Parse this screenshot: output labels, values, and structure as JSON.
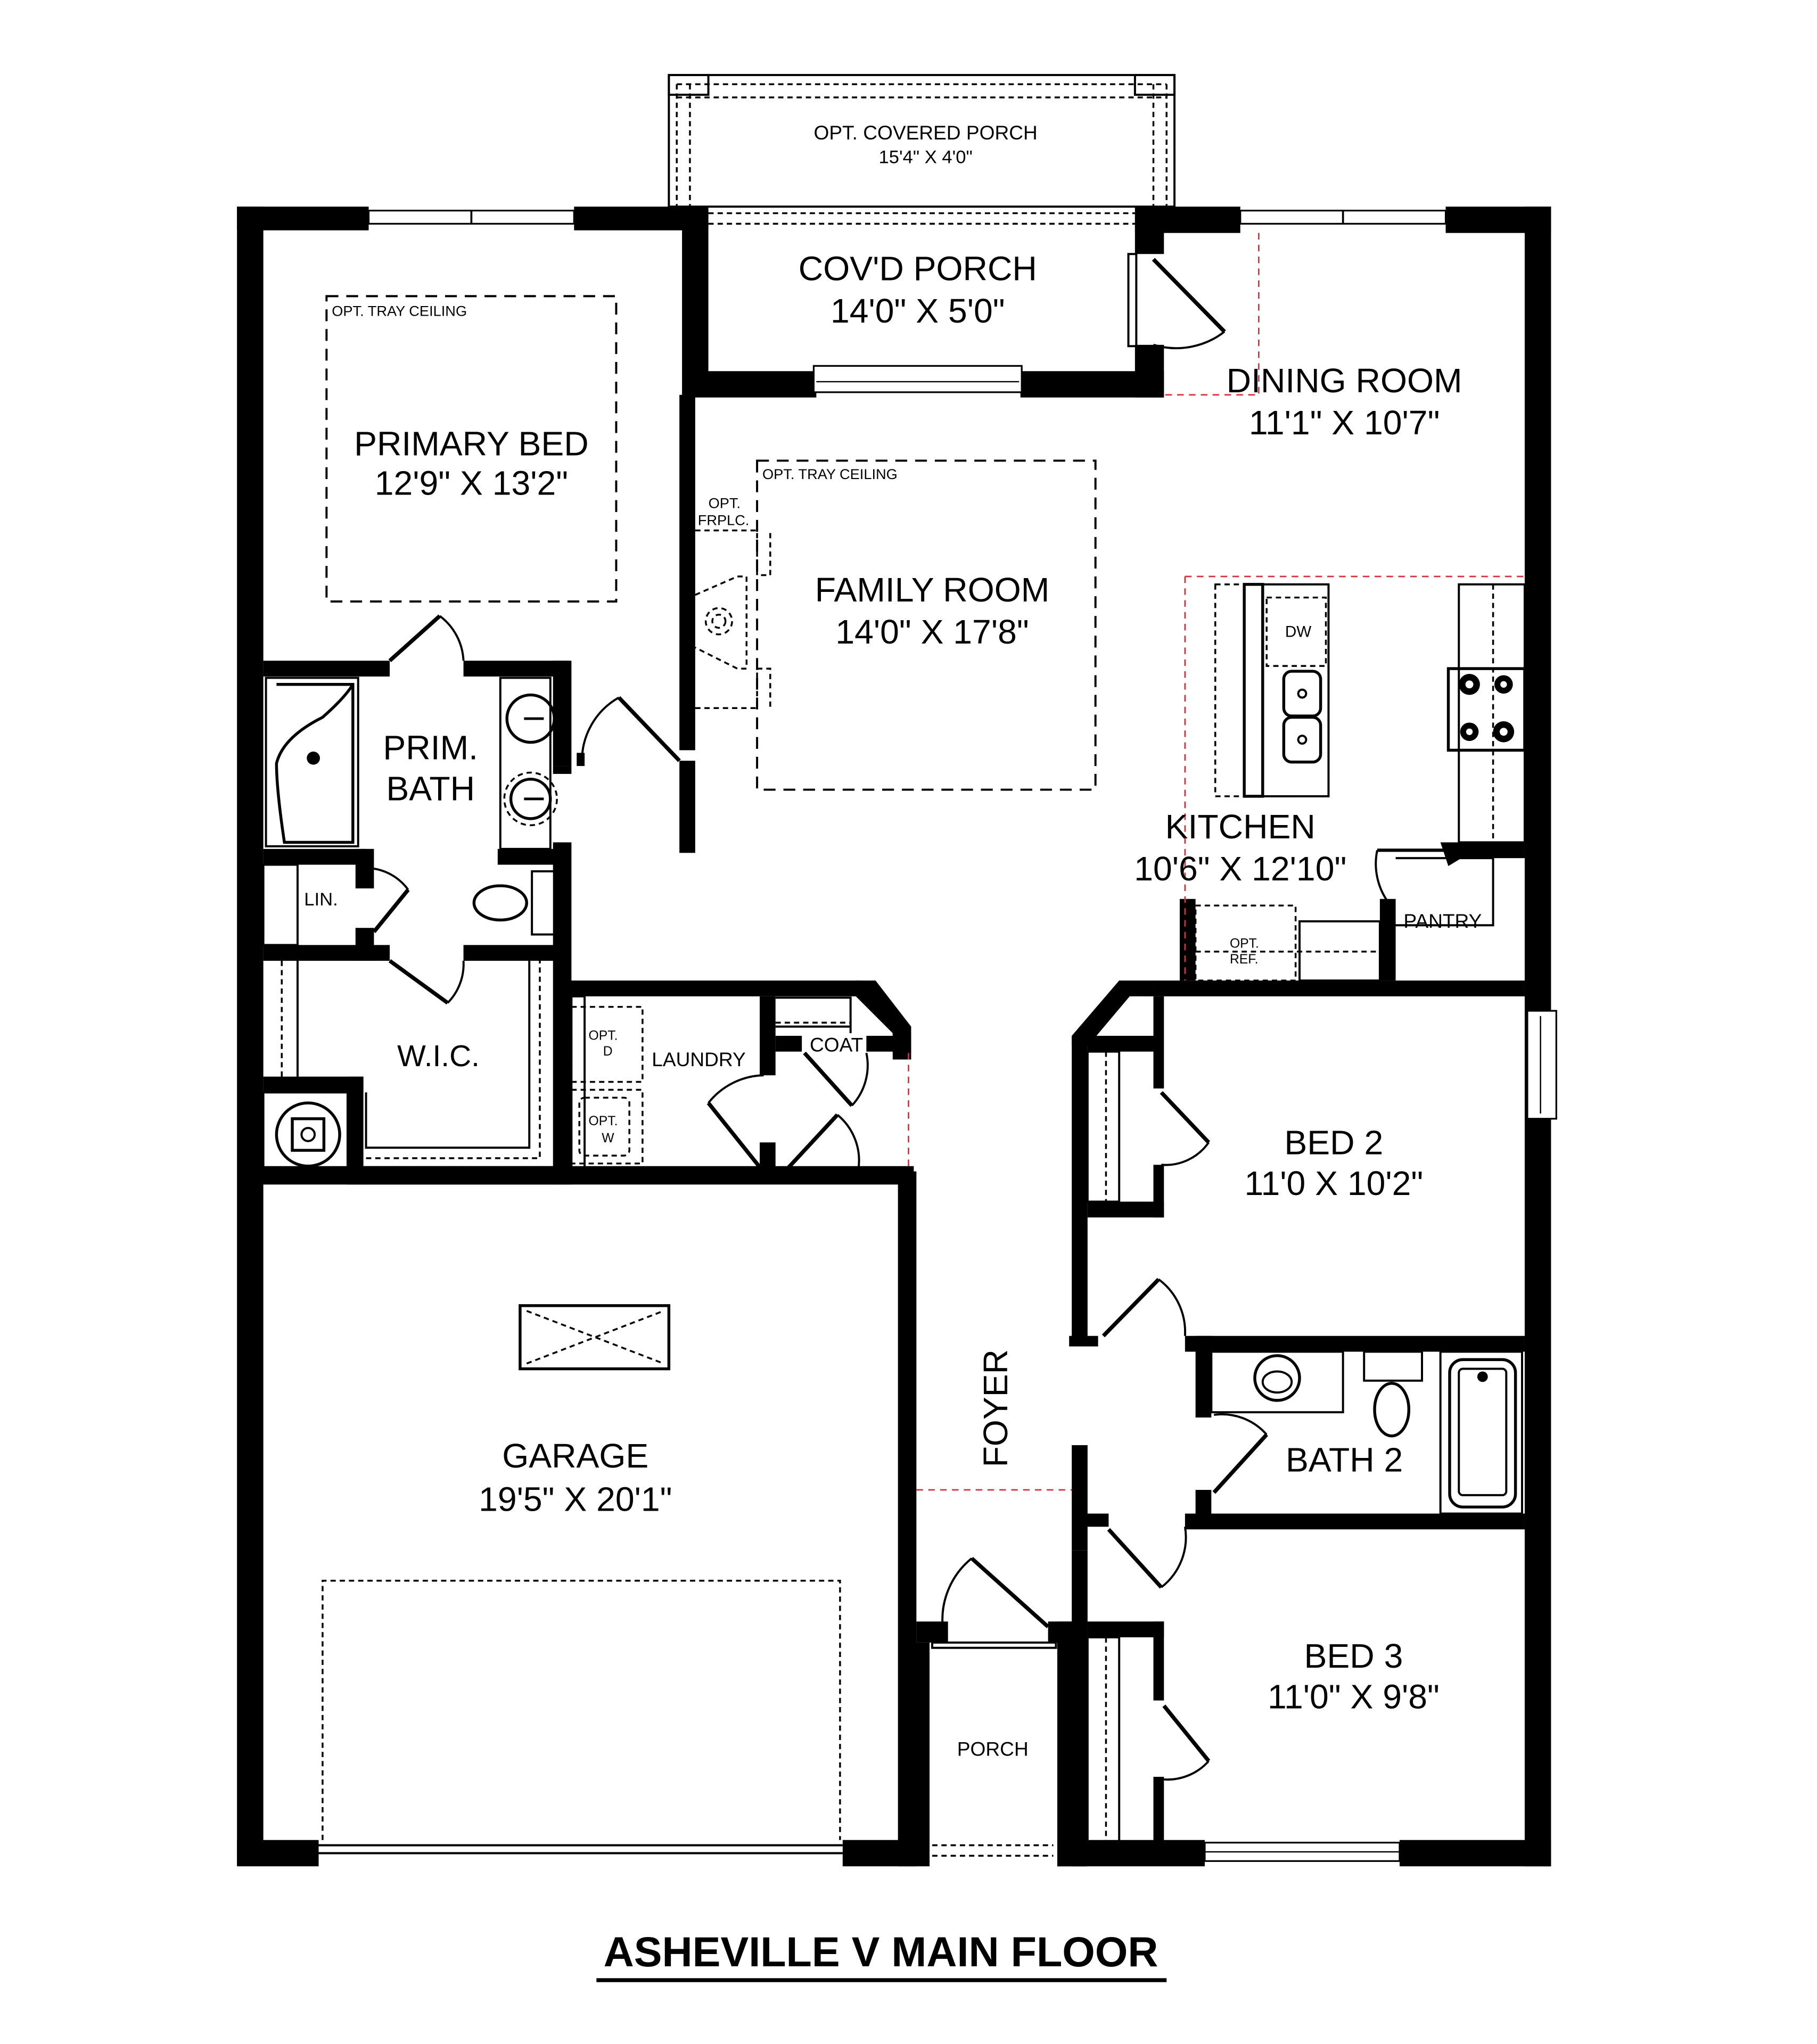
{
  "title": "ASHEVILLE V MAIN FLOOR",
  "colors": {
    "wall": "#000000",
    "background": "#ffffff",
    "boundary_line": "#d6303c"
  },
  "rooms": {
    "opt_covered_porch": {
      "name": "OPT. COVERED PORCH",
      "dims": "15'4\" X 4'0\""
    },
    "covd_porch": {
      "name": "COV'D PORCH",
      "dims": "14'0\" X 5'0\""
    },
    "primary_bed": {
      "name": "PRIMARY BED",
      "dims": "12'9\" X 13'2\"",
      "note": "OPT. TRAY CEILING"
    },
    "family_room": {
      "name": "FAMILY ROOM",
      "dims": "14'0\" X 17'8\"",
      "note": "OPT. TRAY CEILING"
    },
    "dining_room": {
      "name": "DINING ROOM",
      "dims": "11'1\" X 10'7\""
    },
    "kitchen": {
      "name": "KITCHEN",
      "dims": "10'6\" X 12'10\""
    },
    "prim_bath": {
      "name_line1": "PRIM.",
      "name_line2": "BATH"
    },
    "linen": {
      "name": "LIN."
    },
    "wic": {
      "name": "W.I.C."
    },
    "laundry": {
      "name": "LAUNDRY"
    },
    "coat": {
      "name": "COAT"
    },
    "pantry": {
      "name": "PANTRY"
    },
    "bed_2": {
      "name": "BED 2",
      "dims": "11'0 X 10'2\""
    },
    "bath_2": {
      "name": "BATH 2"
    },
    "bed_3": {
      "name": "BED 3",
      "dims": "11'0\" X 9'8\""
    },
    "garage": {
      "name": "GARAGE",
      "dims": "19'5\" X 20'1\""
    },
    "foyer": {
      "name": "FOYER"
    },
    "porch": {
      "name": "PORCH"
    }
  },
  "fixtures": {
    "fireplace": {
      "line1": "OPT.",
      "line2": "FRPLC."
    },
    "dishwasher": {
      "label": "DW"
    },
    "opt_refrigerator": {
      "line1": "OPT.",
      "line2": "REF."
    },
    "opt_dryer": {
      "line1": "OPT.",
      "line2": "D"
    },
    "opt_washer": {
      "line1": "OPT.",
      "line2": "W"
    }
  }
}
